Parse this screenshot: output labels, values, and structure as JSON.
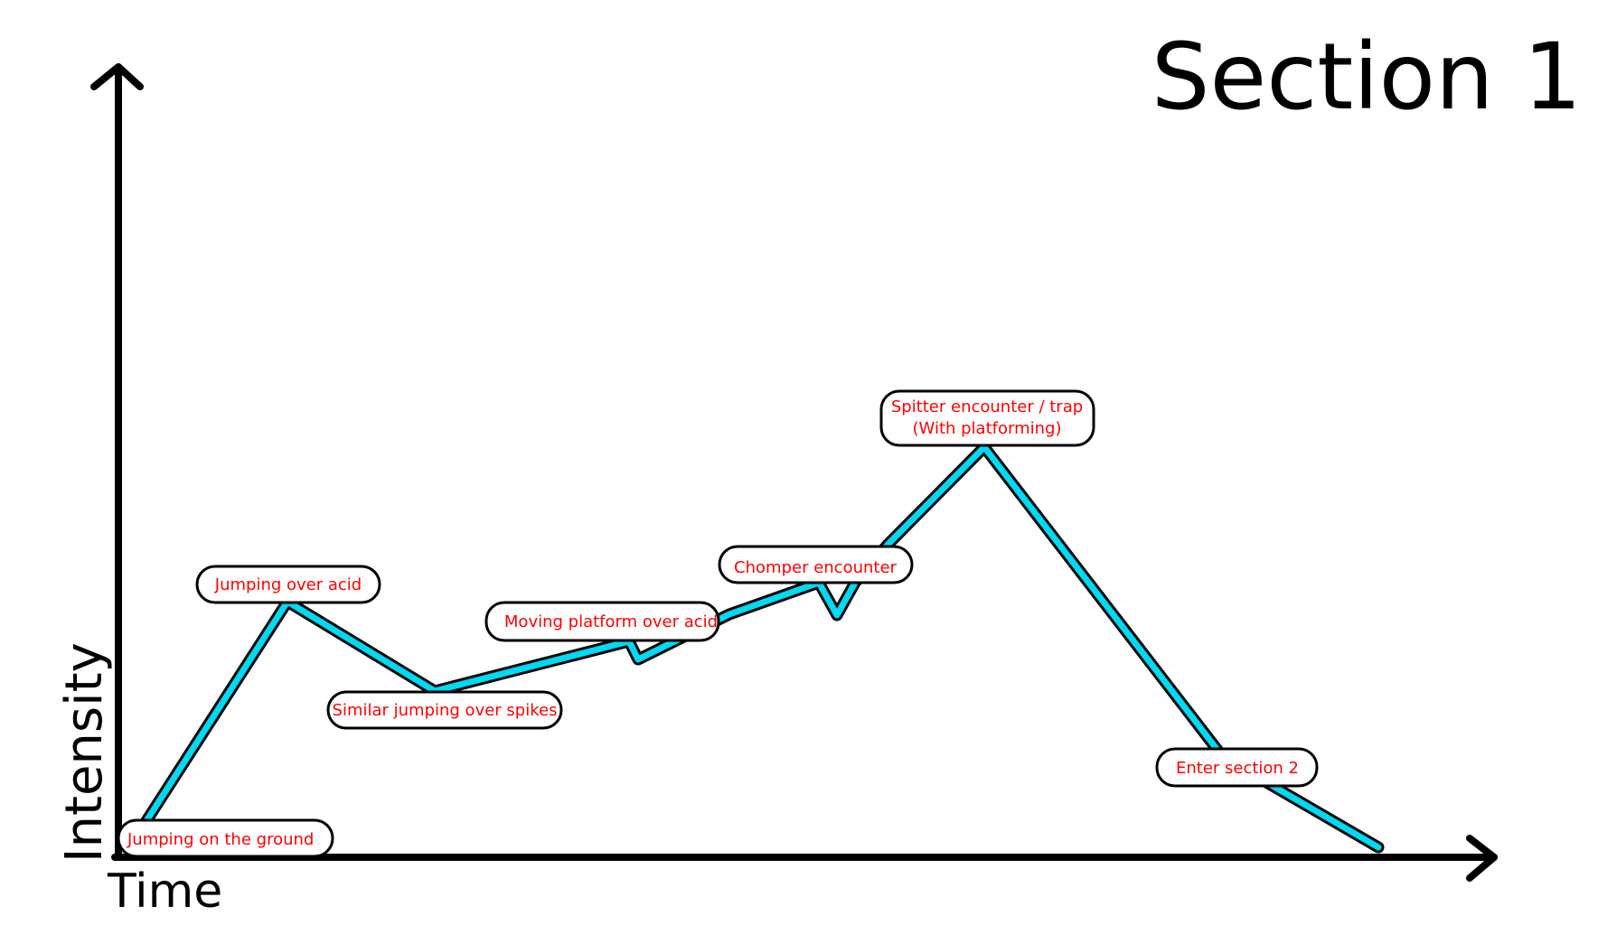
{
  "diagram": {
    "title": "Section 1",
    "x_axis_label": "Time",
    "y_axis_label": "Intensity",
    "colors": {
      "curve": "#00d9f2",
      "curve_outline": "#000000",
      "label_text": "#ff0000",
      "label_box": "#ffffff",
      "axis": "#000000"
    },
    "events": [
      {
        "label": "Jumping on the ground"
      },
      {
        "label": "Jumping over acid"
      },
      {
        "label": "Similar jumping over spikes"
      },
      {
        "label": "Moving platform over acid"
      },
      {
        "label": "Chomper encounter"
      },
      {
        "label_lines": [
          "Spitter encounter / trap",
          "(With platforming)"
        ]
      },
      {
        "label": "Enter section 2"
      }
    ]
  }
}
